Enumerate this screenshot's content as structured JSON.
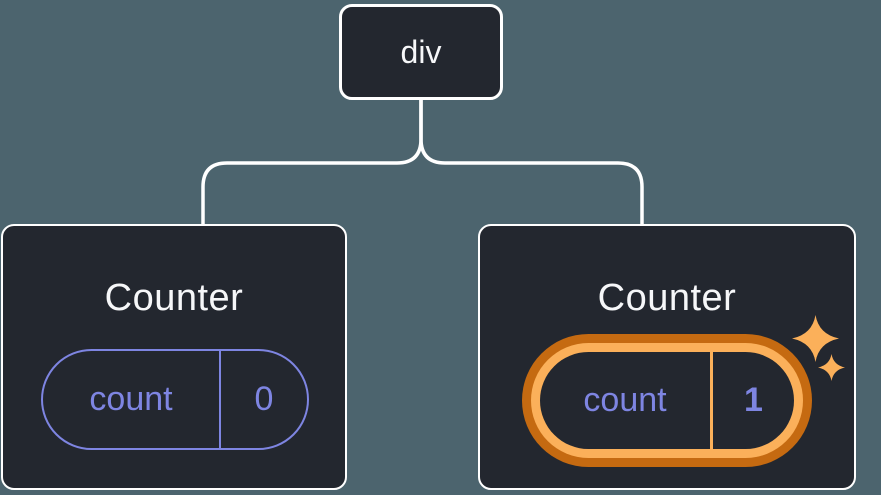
{
  "tree": {
    "root": {
      "label": "div"
    },
    "children": [
      {
        "title": "Counter",
        "state": {
          "key": "count",
          "value": "0"
        },
        "highlighted": false
      },
      {
        "title": "Counter",
        "state": {
          "key": "count",
          "value": "1"
        },
        "highlighted": true
      }
    ]
  },
  "icons": {
    "sparkles": "sparkle-icon"
  },
  "colors": {
    "background": "#4C646E",
    "node_fill": "#23272F",
    "node_border": "#FFFFFF",
    "text_primary": "#F6F7F9",
    "state_purple": "#7E85E2",
    "highlight_orange_dark": "#C56A11",
    "highlight_orange_light": "#FBB05A"
  }
}
